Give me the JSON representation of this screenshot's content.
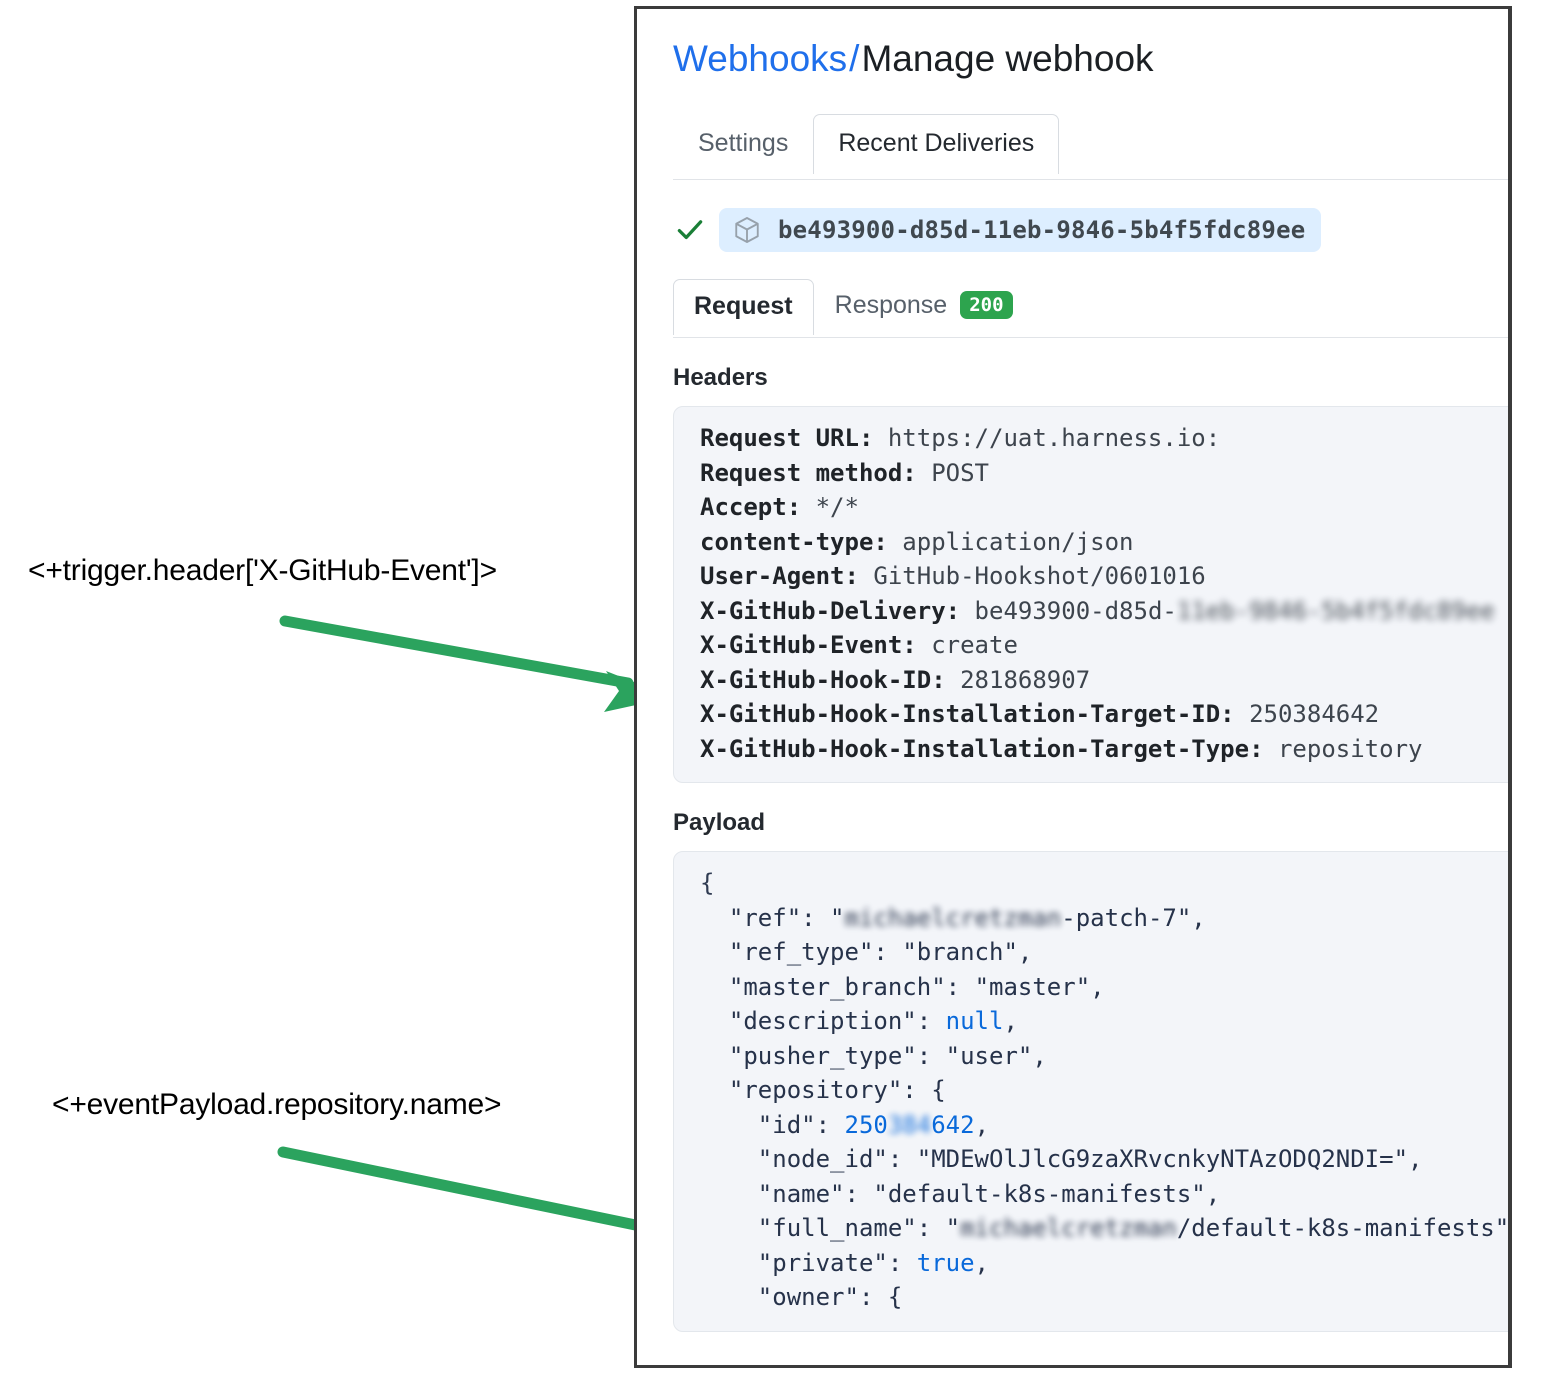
{
  "annotations": [
    {
      "name": "trigger-header-expression",
      "text": "<+trigger.header['X-GitHub-Event']>"
    },
    {
      "name": "event-payload-expression",
      "text": "<+eventPayload.repository.name>"
    }
  ],
  "colors": {
    "arrow_green": "#2ba35e",
    "link_blue": "#1f6feb",
    "badge_green": "#2da44e",
    "pill_blue": "#ddeeff",
    "code_bg": "#f3f5f9",
    "frame_border": "#3b3b3b"
  },
  "header": {
    "breadcrumb_link": "Webhooks",
    "breadcrumb_separator": "/",
    "breadcrumb_current": "Manage webhook"
  },
  "top_tabs": [
    {
      "label": "Settings",
      "selected": false
    },
    {
      "label": "Recent Deliveries",
      "selected": true
    }
  ],
  "delivery": {
    "status_icon": "check-icon",
    "package_icon": "cube-icon",
    "guid": "be493900-d85d-11eb-9846-5b4f5fdc89ee"
  },
  "request_response_tabs": [
    {
      "label": "Request",
      "selected": true,
      "badge": null
    },
    {
      "label": "Response",
      "selected": false,
      "badge": "200"
    }
  ],
  "headers_section": {
    "heading": "Headers",
    "rows": [
      {
        "key": "Request URL:",
        "value": "https://uat.harness.io:",
        "redacted": false
      },
      {
        "key": "Request method:",
        "value": "POST",
        "redacted": false
      },
      {
        "key": "Accept:",
        "value": "*/*",
        "redacted": false
      },
      {
        "key": "content-type:",
        "value": "application/json",
        "redacted": false
      },
      {
        "key": "User-Agent:",
        "value": "GitHub-Hookshot/0601016",
        "redacted": false
      },
      {
        "key": "X-GitHub-Delivery:",
        "value": "be493900-d85d-",
        "redacted": true,
        "redacted_value": "11eb-9846-5b4f5fdc89ee"
      },
      {
        "key": "X-GitHub-Event:",
        "value": "create",
        "redacted": false
      },
      {
        "key": "X-GitHub-Hook-ID:",
        "value": "281868907",
        "redacted": false
      },
      {
        "key": "X-GitHub-Hook-Installation-Target-ID:",
        "value": "250384642",
        "redacted": false
      },
      {
        "key": "X-GitHub-Hook-Installation-Target-Type:",
        "value": "repository",
        "redacted": false
      }
    ]
  },
  "payload_section": {
    "heading": "Payload",
    "lines": [
      {
        "indent": 0,
        "text": "{"
      },
      {
        "indent": 1,
        "key": "\"ref\"",
        "redacted_value": "michaelcretzman",
        "suffix": "-patch-7\",",
        "prefix": ": \""
      },
      {
        "indent": 1,
        "key": "\"ref_type\"",
        "value": "\"branch\",",
        "prefix": ": "
      },
      {
        "indent": 1,
        "key": "\"master_branch\"",
        "value": "\"master\",",
        "prefix": ": "
      },
      {
        "indent": 1,
        "key": "\"description\"",
        "literal": "null",
        "suffix": ",",
        "prefix": ": "
      },
      {
        "indent": 1,
        "key": "\"pusher_type\"",
        "value": "\"user\",",
        "prefix": ": "
      },
      {
        "indent": 1,
        "key": "\"repository\"",
        "value": "{",
        "prefix": ": "
      },
      {
        "indent": 2,
        "key": "\"id\"",
        "number_prefix": "250",
        "redacted_number": "384",
        "number_suffix": "642",
        "suffix": ",",
        "prefix": ": "
      },
      {
        "indent": 2,
        "key": "\"node_id\"",
        "value": "\"MDEwOlJlcG9zaXRvcnkyNTAzODQ2NDI=\",",
        "prefix": ": "
      },
      {
        "indent": 2,
        "key": "\"name\"",
        "value": "\"default-k8s-manifests\",",
        "prefix": ": "
      },
      {
        "indent": 2,
        "key": "\"full_name\"",
        "redacted_value": "michaelcretzman",
        "suffix": "/default-k8s-manifests\",",
        "prefix": ": \""
      },
      {
        "indent": 2,
        "key": "\"private\"",
        "literal": "true",
        "suffix": ",",
        "prefix": ": "
      },
      {
        "indent": 2,
        "key": "\"owner\"",
        "value": "{",
        "prefix": ": "
      }
    ]
  }
}
